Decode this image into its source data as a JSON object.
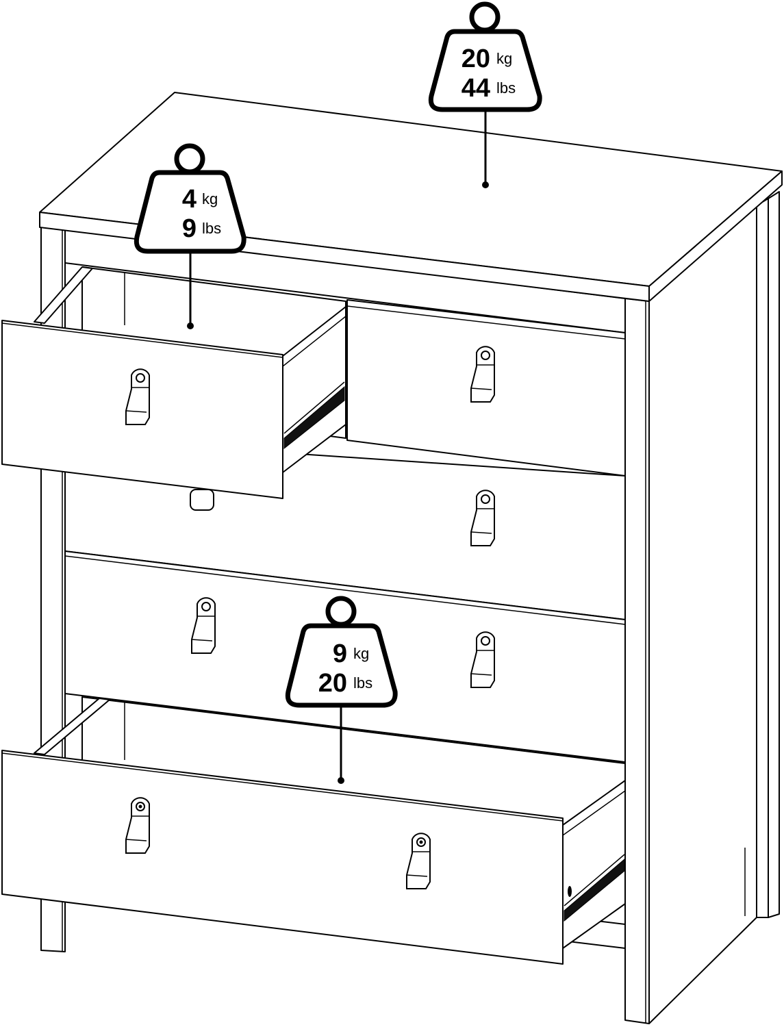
{
  "figure": {
    "subject": "4+2 drawer chest with leather-tab handles",
    "line_color": "#000000",
    "background": "#ffffff"
  },
  "weight_labels": [
    {
      "id": "top",
      "target": "tabletop",
      "kg_value": "20",
      "kg_unit": "kg",
      "lbs_value": "44",
      "lbs_unit": "lbs"
    },
    {
      "id": "small-drawer",
      "target": "top-left small drawer",
      "kg_value": "4",
      "kg_unit": "kg",
      "lbs_value": "9",
      "lbs_unit": "lbs"
    },
    {
      "id": "large-drawer",
      "target": "bottom large drawer",
      "kg_value": "9",
      "kg_unit": "kg",
      "lbs_value": "20",
      "lbs_unit": "lbs"
    }
  ],
  "drawers": [
    {
      "name": "top-left-small",
      "state": "open",
      "handles": 1
    },
    {
      "name": "top-right-small",
      "state": "closed",
      "handles": 1
    },
    {
      "name": "middle-1",
      "state": "closed",
      "handles": 2
    },
    {
      "name": "middle-2",
      "state": "closed",
      "handles": 2
    },
    {
      "name": "bottom",
      "state": "open",
      "handles": 2
    }
  ]
}
